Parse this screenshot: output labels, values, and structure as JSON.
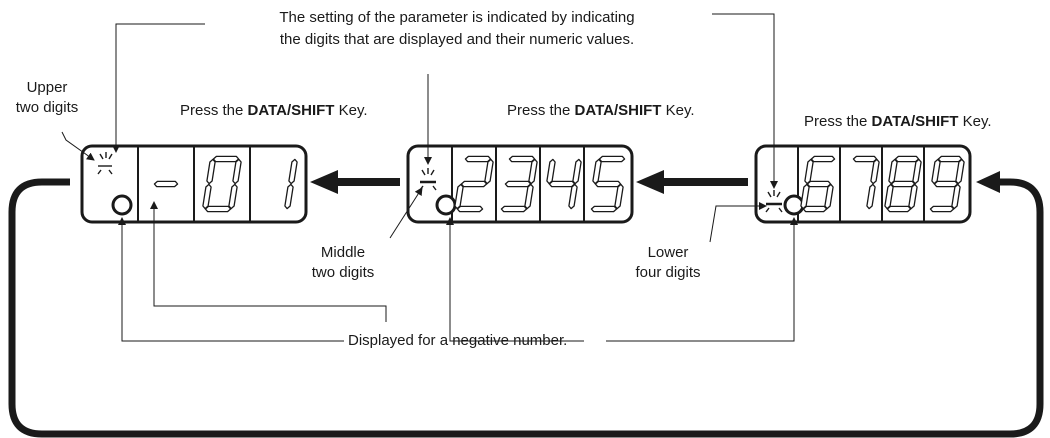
{
  "annotation": {
    "line1": "The setting of the parameter is indicated by indicating",
    "line2": "the digits that are displayed and their numeric values."
  },
  "labels": {
    "upper_line1": "Upper",
    "upper_line2": "two digits",
    "middle_line1": "Middle",
    "middle_line2": "two digits",
    "lower_line1": "Lower",
    "lower_line2": "four digits",
    "negative": "Displayed for a negative number."
  },
  "press": {
    "prefix": "Press the ",
    "key": "DATA/SHIFT",
    "suffix": " Key."
  },
  "displays": [
    {
      "name": "upper",
      "sign": "-",
      "digits": [
        "",
        "0",
        "1"
      ]
    },
    {
      "name": "middle",
      "digits": [
        "2",
        "3",
        "4",
        "5"
      ]
    },
    {
      "name": "lower",
      "digits": [
        "6",
        "7",
        "8",
        "9"
      ]
    }
  ]
}
